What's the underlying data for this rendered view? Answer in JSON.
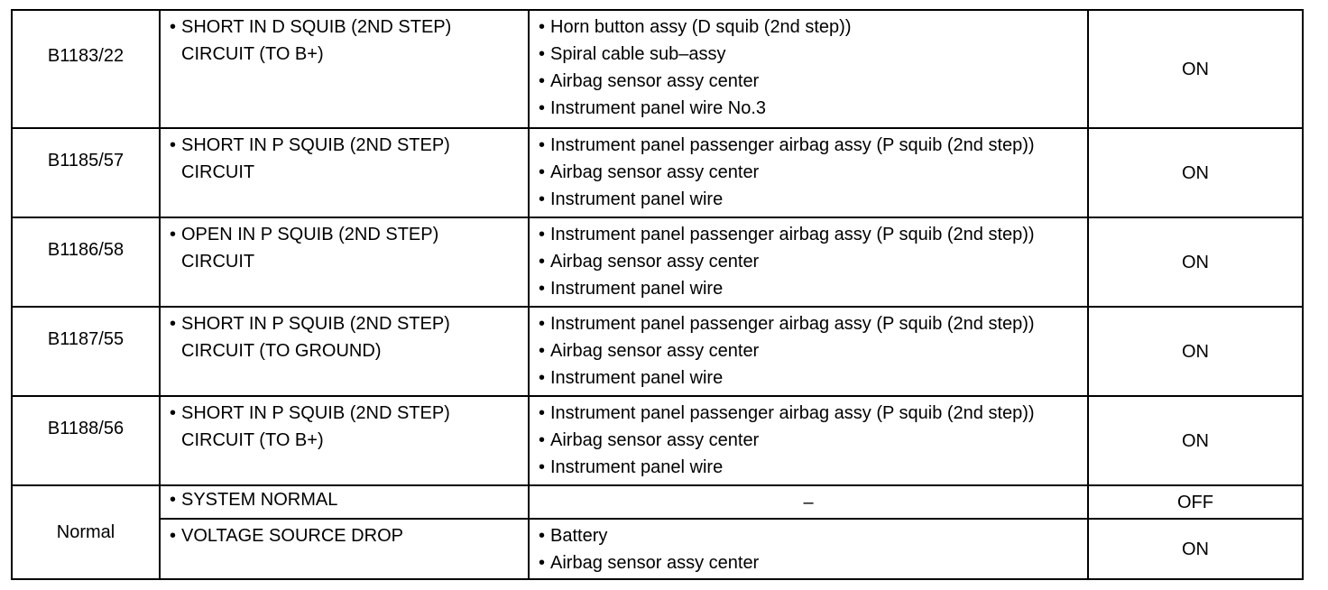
{
  "rows": [
    {
      "code": "B1183/22",
      "trouble_lines": [
        "SHORT IN D SQUIB (2ND STEP)",
        "CIRCUIT (TO B+)"
      ],
      "areas": [
        "Horn button assy (D squib (2nd step))",
        "Spiral cable sub–assy",
        "Airbag sensor assy center",
        "Instrument panel wire No.3"
      ],
      "lamp": "ON"
    },
    {
      "code": "B1185/57",
      "trouble_lines": [
        "SHORT IN P SQUIB (2ND STEP)",
        "CIRCUIT"
      ],
      "areas": [
        "Instrument panel passenger airbag assy (P squib (2nd step))",
        "Airbag sensor assy center",
        "Instrument panel wire"
      ],
      "lamp": "ON"
    },
    {
      "code": "B1186/58",
      "trouble_lines": [
        "OPEN IN P SQUIB (2ND STEP)",
        "CIRCUIT"
      ],
      "areas": [
        "Instrument panel passenger airbag assy (P squib (2nd step))",
        "Airbag sensor assy center",
        "Instrument panel wire"
      ],
      "lamp": "ON"
    },
    {
      "code": "B1187/55",
      "trouble_lines": [
        "SHORT IN P SQUIB (2ND STEP)",
        "CIRCUIT (TO GROUND)"
      ],
      "areas": [
        "Instrument panel passenger airbag assy (P squib (2nd step))",
        "Airbag sensor assy center",
        "Instrument panel wire"
      ],
      "lamp": "ON"
    },
    {
      "code": "B1188/56",
      "trouble_lines": [
        "SHORT IN P SQUIB (2ND STEP)",
        "CIRCUIT (TO B+)"
      ],
      "areas": [
        "Instrument panel passenger airbag assy (P squib (2nd step))",
        "Airbag sensor assy center",
        "Instrument panel wire"
      ],
      "lamp": "ON"
    }
  ],
  "normal": {
    "code": "Normal",
    "system_normal": {
      "trouble": "SYSTEM NORMAL",
      "area": "–",
      "lamp": "OFF"
    },
    "voltage_drop": {
      "trouble": "VOLTAGE SOURCE DROP",
      "areas": [
        "Battery",
        "Airbag sensor assy center"
      ],
      "lamp": "ON"
    }
  }
}
